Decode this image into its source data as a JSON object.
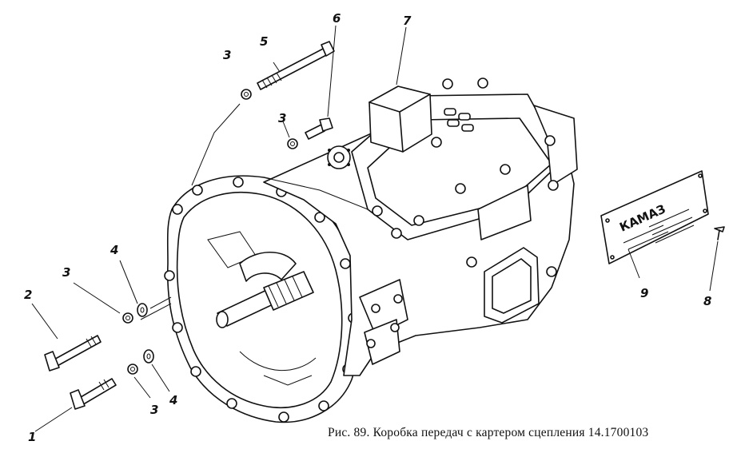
{
  "caption": "Рис. 89. Коробка передач с картером сцепления 14.1700103",
  "callouts": {
    "c1": "1",
    "c2": "2",
    "c3a": "3",
    "c3b": "3",
    "c3c": "3",
    "c3d": "3",
    "c4a": "4",
    "c4b": "4",
    "c5": "5",
    "c6": "6",
    "c7": "7",
    "c8": "8",
    "c9": "9"
  },
  "plate": {
    "brand": "КАМАЗ"
  }
}
